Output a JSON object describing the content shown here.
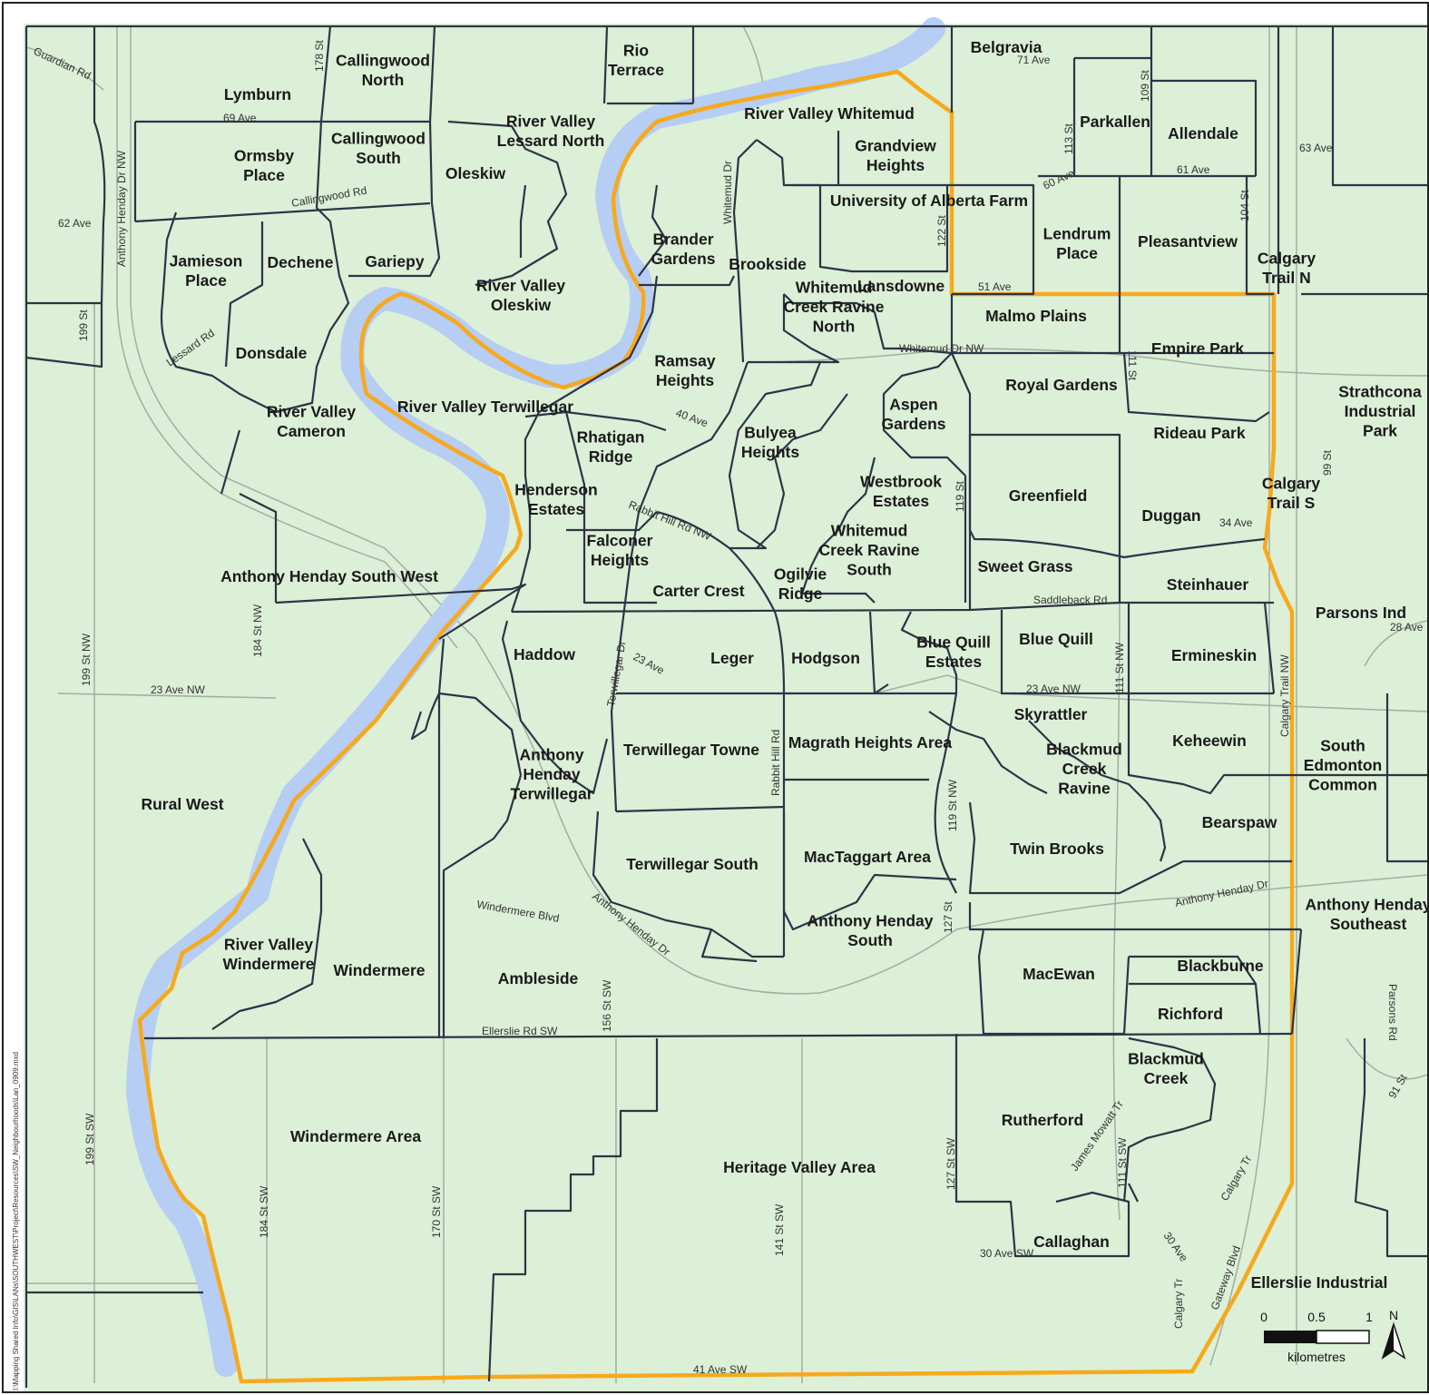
{
  "colors": {
    "land": "#dcefd7",
    "river": "#b6cdf4",
    "boundary_orange": "#f7a91b",
    "neighbourhood_line": "#2d3446",
    "minor_road": "#9aa59a",
    "frame": "#222222"
  },
  "neighbourhoods": [
    {
      "id": "lymburn",
      "lines": [
        "Lymburn"
      ]
    },
    {
      "id": "callingwood-north",
      "lines": [
        "Callingwood",
        "North"
      ]
    },
    {
      "id": "rio-terrace",
      "lines": [
        "Rio",
        "Terrace"
      ]
    },
    {
      "id": "belgravia",
      "lines": [
        "Belgravia"
      ]
    },
    {
      "id": "river-valley-whitemud",
      "lines": [
        "River Valley Whitemud"
      ]
    },
    {
      "id": "river-valley-lessard-north",
      "lines": [
        "River Valley",
        "Lessard North"
      ]
    },
    {
      "id": "parkallen",
      "lines": [
        "Parkallen"
      ]
    },
    {
      "id": "allendale",
      "lines": [
        "Allendale"
      ]
    },
    {
      "id": "ormsby-place",
      "lines": [
        "Ormsby",
        "Place"
      ]
    },
    {
      "id": "callingwood-south",
      "lines": [
        "Callingwood",
        "South"
      ]
    },
    {
      "id": "oleskiw",
      "lines": [
        "Oleskiw"
      ]
    },
    {
      "id": "grandview-heights",
      "lines": [
        "Grandview",
        "Heights"
      ]
    },
    {
      "id": "university-of-alberta-farm",
      "lines": [
        "University of Alberta Farm"
      ]
    },
    {
      "id": "lendrum-place",
      "lines": [
        "Lendrum",
        "Place"
      ]
    },
    {
      "id": "pleasantview",
      "lines": [
        "Pleasantview"
      ]
    },
    {
      "id": "jamieson-place",
      "lines": [
        "Jamieson",
        "Place"
      ]
    },
    {
      "id": "dechene",
      "lines": [
        "Dechene"
      ]
    },
    {
      "id": "gariepy",
      "lines": [
        "Gariepy"
      ]
    },
    {
      "id": "brander-gardens",
      "lines": [
        "Brander",
        "Gardens"
      ]
    },
    {
      "id": "brookside",
      "lines": [
        "Brookside"
      ]
    },
    {
      "id": "calgary-trail-n",
      "lines": [
        "Calgary",
        "Trail N"
      ]
    },
    {
      "id": "river-valley-oleskiw",
      "lines": [
        "River Valley",
        "Oleskiw"
      ]
    },
    {
      "id": "lansdowne",
      "lines": [
        "Lansdowne"
      ]
    },
    {
      "id": "malmo-plains",
      "lines": [
        "Malmo Plains"
      ]
    },
    {
      "id": "whitemud-creek-ravine-north",
      "lines": [
        "Whitemud",
        "Creek Ravine",
        "North"
      ]
    },
    {
      "id": "donsdale",
      "lines": [
        "Donsdale"
      ]
    },
    {
      "id": "empire-park",
      "lines": [
        "Empire Park"
      ]
    },
    {
      "id": "ramsay-heights",
      "lines": [
        "Ramsay",
        "Heights"
      ]
    },
    {
      "id": "royal-gardens",
      "lines": [
        "Royal Gardens"
      ]
    },
    {
      "id": "river-valley-terwillegar",
      "lines": [
        "River Valley Terwillegar"
      ]
    },
    {
      "id": "aspen-gardens",
      "lines": [
        "Aspen",
        "Gardens"
      ]
    },
    {
      "id": "strathcona-industrial-park",
      "lines": [
        "Strathcona",
        "Industrial",
        "Park"
      ]
    },
    {
      "id": "river-valley-cameron",
      "lines": [
        "River Valley",
        "Cameron"
      ]
    },
    {
      "id": "rideau-park",
      "lines": [
        "Rideau Park"
      ]
    },
    {
      "id": "bulyea-heights",
      "lines": [
        "Bulyea",
        "Heights"
      ]
    },
    {
      "id": "rhatigan-ridge",
      "lines": [
        "Rhatigan",
        "Ridge"
      ]
    },
    {
      "id": "westbrook-estates",
      "lines": [
        "Westbrook",
        "Estates"
      ]
    },
    {
      "id": "greenfield",
      "lines": [
        "Greenfield"
      ]
    },
    {
      "id": "calgary-trail-s",
      "lines": [
        "Calgary",
        "Trail S"
      ]
    },
    {
      "id": "henderson-estates",
      "lines": [
        "Henderson",
        "Estates"
      ]
    },
    {
      "id": "duggan",
      "lines": [
        "Duggan"
      ]
    },
    {
      "id": "falconer-heights",
      "lines": [
        "Falconer",
        "Heights"
      ]
    },
    {
      "id": "whitemud-creek-ravine-south",
      "lines": [
        "Whitemud",
        "Creek Ravine",
        "South"
      ]
    },
    {
      "id": "sweet-grass",
      "lines": [
        "Sweet Grass"
      ]
    },
    {
      "id": "anthony-henday-south-west",
      "lines": [
        "Anthony Henday South West"
      ]
    },
    {
      "id": "steinhauer",
      "lines": [
        "Steinhauer"
      ]
    },
    {
      "id": "carter-crest",
      "lines": [
        "Carter Crest"
      ]
    },
    {
      "id": "ogilvie-ridge",
      "lines": [
        "Ogilvie",
        "Ridge"
      ]
    },
    {
      "id": "parsons-ind",
      "lines": [
        "Parsons Ind"
      ]
    },
    {
      "id": "blue-quill",
      "lines": [
        "Blue Quill"
      ]
    },
    {
      "id": "haddow",
      "lines": [
        "Haddow"
      ]
    },
    {
      "id": "leger",
      "lines": [
        "Leger"
      ]
    },
    {
      "id": "hodgson",
      "lines": [
        "Hodgson"
      ]
    },
    {
      "id": "blue-quill-estates",
      "lines": [
        "Blue Quill",
        "Estates"
      ]
    },
    {
      "id": "ermineskin",
      "lines": [
        "Ermineskin"
      ]
    },
    {
      "id": "skyrattler",
      "lines": [
        "Skyrattler"
      ]
    },
    {
      "id": "terwillegar-towne",
      "lines": [
        "Terwillegar Towne"
      ]
    },
    {
      "id": "magrath-heights-area",
      "lines": [
        "Magrath Heights Area"
      ]
    },
    {
      "id": "keheewin",
      "lines": [
        "Keheewin"
      ]
    },
    {
      "id": "blackmud-creek-ravine",
      "lines": [
        "Blackmud",
        "Creek",
        "Ravine"
      ]
    },
    {
      "id": "anthony-henday-terwillegar",
      "lines": [
        "Anthony",
        "Henday",
        "Terwillegar"
      ]
    },
    {
      "id": "south-edmonton-common",
      "lines": [
        "South",
        "Edmonton",
        "Common"
      ]
    },
    {
      "id": "rural-west",
      "lines": [
        "Rural West"
      ]
    },
    {
      "id": "bearspaw",
      "lines": [
        "Bearspaw"
      ]
    },
    {
      "id": "twin-brooks",
      "lines": [
        "Twin Brooks"
      ]
    },
    {
      "id": "terwillegar-south",
      "lines": [
        "Terwillegar South"
      ]
    },
    {
      "id": "mactaggart-area",
      "lines": [
        "MacTaggart Area"
      ]
    },
    {
      "id": "anthony-henday-southeast",
      "lines": [
        "Anthony Henday",
        "Southeast"
      ]
    },
    {
      "id": "anthony-henday-south",
      "lines": [
        "Anthony Henday",
        "South"
      ]
    },
    {
      "id": "river-valley-windermere",
      "lines": [
        "River Valley",
        "Windermere"
      ]
    },
    {
      "id": "windermere",
      "lines": [
        "Windermere"
      ]
    },
    {
      "id": "blackburne",
      "lines": [
        "Blackburne"
      ]
    },
    {
      "id": "macewan",
      "lines": [
        "MacEwan"
      ]
    },
    {
      "id": "ambleside",
      "lines": [
        "Ambleside"
      ]
    },
    {
      "id": "richford",
      "lines": [
        "Richford"
      ]
    },
    {
      "id": "blackmud-creek",
      "lines": [
        "Blackmud",
        "Creek"
      ]
    },
    {
      "id": "rutherford",
      "lines": [
        "Rutherford"
      ]
    },
    {
      "id": "windermere-area",
      "lines": [
        "Windermere Area"
      ]
    },
    {
      "id": "heritage-valley-area",
      "lines": [
        "Heritage Valley Area"
      ]
    },
    {
      "id": "callaghan",
      "lines": [
        "Callaghan"
      ]
    },
    {
      "id": "ellerslie-industrial",
      "lines": [
        "Ellerslie Industrial"
      ]
    }
  ],
  "roads": [
    {
      "id": "guardian-rd",
      "label": "Guardian Rd"
    },
    {
      "id": "178-st",
      "label": "178 St"
    },
    {
      "id": "71-ave",
      "label": "71 Ave"
    },
    {
      "id": "109-st",
      "label": "109 St"
    },
    {
      "id": "69-ave",
      "label": "69 Ave"
    },
    {
      "id": "113-st",
      "label": "113 St"
    },
    {
      "id": "63-ave",
      "label": "63 Ave"
    },
    {
      "id": "anthony-henday-dr-nw",
      "label": "Anthony Henday Dr NW"
    },
    {
      "id": "whitemud-dr",
      "label": "Whitemud Dr"
    },
    {
      "id": "61-ave",
      "label": "61 Ave"
    },
    {
      "id": "callingwood-rd",
      "label": "Callingwood Rd"
    },
    {
      "id": "60-ave",
      "label": "60 Ave"
    },
    {
      "id": "104-st",
      "label": "104 St"
    },
    {
      "id": "62-ave",
      "label": "62 Ave"
    },
    {
      "id": "122-st",
      "label": "122 St"
    },
    {
      "id": "51-ave",
      "label": "51 Ave"
    },
    {
      "id": "199-st",
      "label": "199 St"
    },
    {
      "id": "lessard-rd",
      "label": "Lessard Rd"
    },
    {
      "id": "111-st-n",
      "label": "111 St"
    },
    {
      "id": "whitemud-dr-nw",
      "label": "Whitemud Dr NW"
    },
    {
      "id": "40-ave",
      "label": "40 Ave"
    },
    {
      "id": "99-st",
      "label": "99 St"
    },
    {
      "id": "119-st",
      "label": "119 St"
    },
    {
      "id": "rabbit-hill-rd-nw",
      "label": "Rabbit Hill Rd NW"
    },
    {
      "id": "34-ave",
      "label": "34 Ave"
    },
    {
      "id": "184-st-nw",
      "label": "184 St NW"
    },
    {
      "id": "saddleback-rd",
      "label": "Saddleback Rd"
    },
    {
      "id": "28-ave",
      "label": "28 Ave"
    },
    {
      "id": "199-st-nw",
      "label": "199 St NW"
    },
    {
      "id": "terwillegar-dr",
      "label": "Terwillegar Dr"
    },
    {
      "id": "111-st-nw",
      "label": "111 St NW"
    },
    {
      "id": "23-ave-a",
      "label": "23 Ave"
    },
    {
      "id": "calgary-trail-nw",
      "label": "Calgary Trail NW"
    },
    {
      "id": "23-ave-nw-w",
      "label": "23 Ave NW"
    },
    {
      "id": "23-ave-nw-e",
      "label": "23 Ave NW"
    },
    {
      "id": "rabbit-hill-rd",
      "label": "Rabbit Hill Rd"
    },
    {
      "id": "119-st-nw",
      "label": "119 St NW"
    },
    {
      "id": "anthony-henday-dr-e",
      "label": "Anthony Henday Dr"
    },
    {
      "id": "windermere-blvd",
      "label": "Windermere Blvd"
    },
    {
      "id": "anthony-henday-dr-s",
      "label": "Anthony Henday Dr"
    },
    {
      "id": "127-st",
      "label": "127 St"
    },
    {
      "id": "156-st-sw",
      "label": "156 St SW"
    },
    {
      "id": "parsons-rd",
      "label": "Parsons Rd"
    },
    {
      "id": "ellerslie-rd-sw",
      "label": "Ellerslie Rd SW"
    },
    {
      "id": "91-st",
      "label": "91 St"
    },
    {
      "id": "199-st-sw",
      "label": "199 St SW"
    },
    {
      "id": "james-mowatt-tr",
      "label": "James Mowatt Tr"
    },
    {
      "id": "111-st-sw",
      "label": "111 St SW"
    },
    {
      "id": "127-st-sw",
      "label": "127 St SW"
    },
    {
      "id": "calgary-tr-e",
      "label": "Calgary Tr"
    },
    {
      "id": "184-st-sw",
      "label": "184 St SW"
    },
    {
      "id": "170-st-sw",
      "label": "170 St SW"
    },
    {
      "id": "141-st-sw",
      "label": "141 St SW"
    },
    {
      "id": "30-ave",
      "label": "30 Ave"
    },
    {
      "id": "30-ave-sw",
      "label": "30 Ave SW"
    },
    {
      "id": "gateway-blvd",
      "label": "Gateway Blvd"
    },
    {
      "id": "calgary-tr-s",
      "label": "Calgary Tr"
    },
    {
      "id": "41-ave-sw",
      "label": "41 Ave SW"
    }
  ],
  "scale_bar": {
    "ticks": [
      "0",
      "0.5",
      "1"
    ],
    "unit": "kilometres"
  },
  "north_arrow": {
    "label": "N"
  },
  "file_path": "I:\\Mapping Shared Info\\GIS\\LANs\\SOUTHWEST\\Project\\Resources\\SW_Neighbourhoods\\Lan_0909.mxd"
}
